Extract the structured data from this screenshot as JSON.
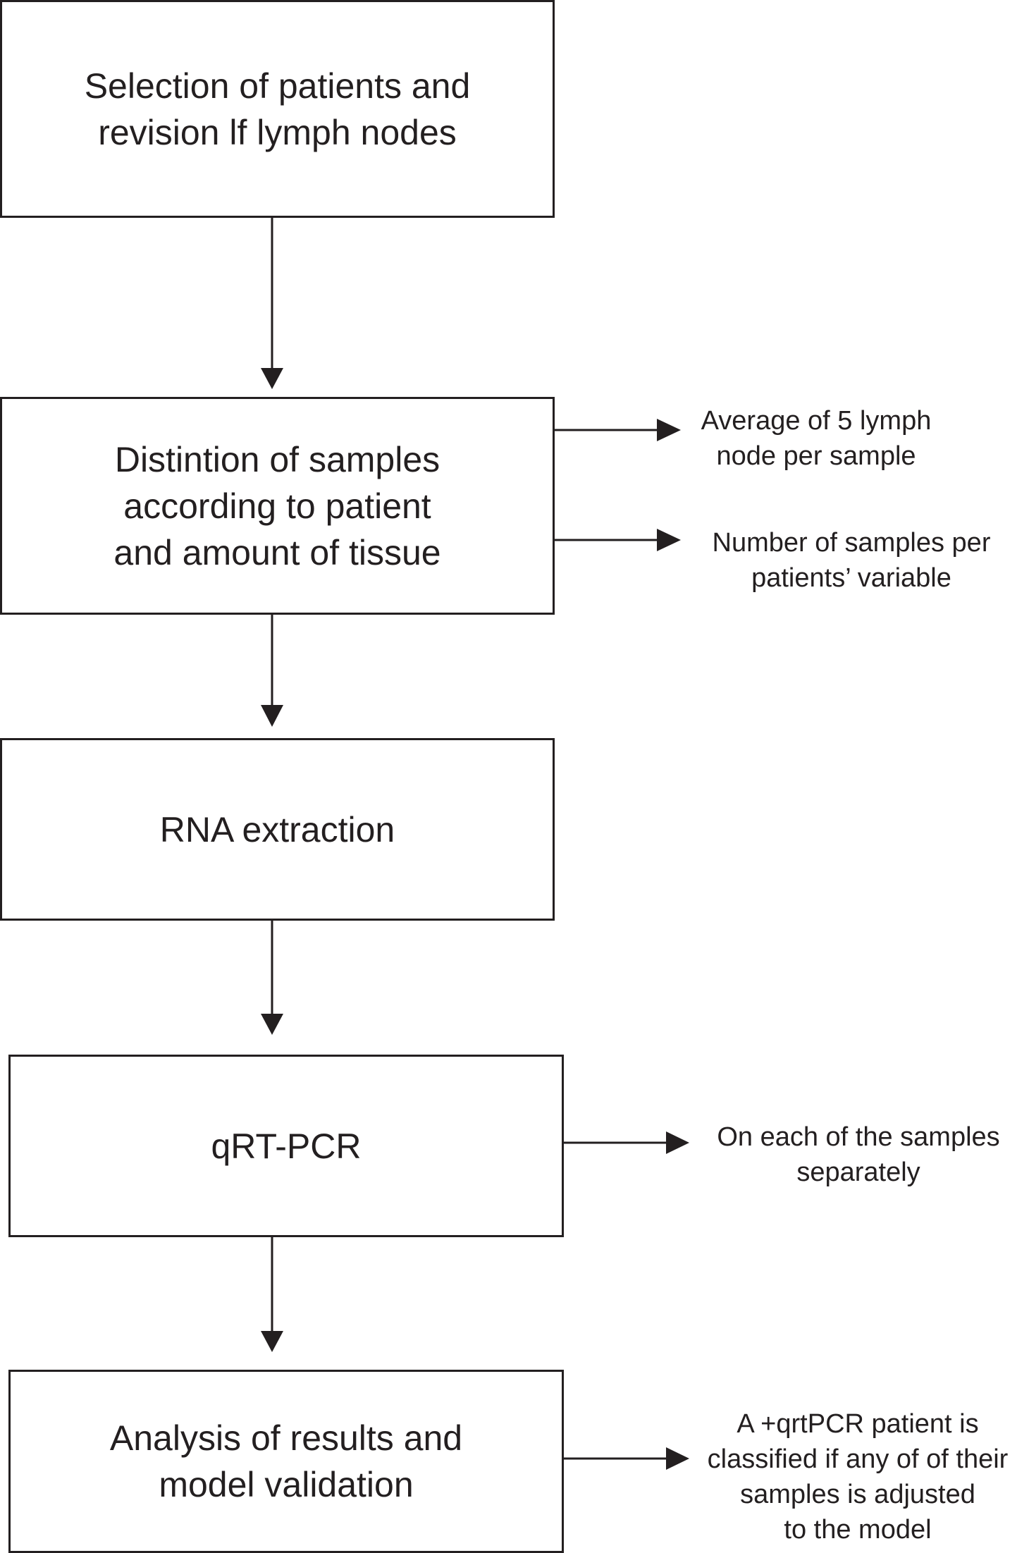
{
  "steps": [
    {
      "text": "Selection of patients and\nrevision lf lymph nodes"
    },
    {
      "text": "Distintion of samples\naccording to patient\nand amount of tissue"
    },
    {
      "text": "RNA extraction"
    },
    {
      "text": "qRT-PCR"
    },
    {
      "text": "Analysis of results and\nmodel validation"
    }
  ],
  "notes": [
    {
      "text": "Average of 5 lymph\nnode per sample"
    },
    {
      "text": "Number of samples per\npatients’ variable"
    },
    {
      "text": "On each of the samples\nseparately"
    },
    {
      "text": "A +qrtPCR patient is\nclassified if any of of their\nsamples is adjusted\nto the model"
    }
  ],
  "colors": {
    "line": "#231f20",
    "background": "#ffffff"
  }
}
